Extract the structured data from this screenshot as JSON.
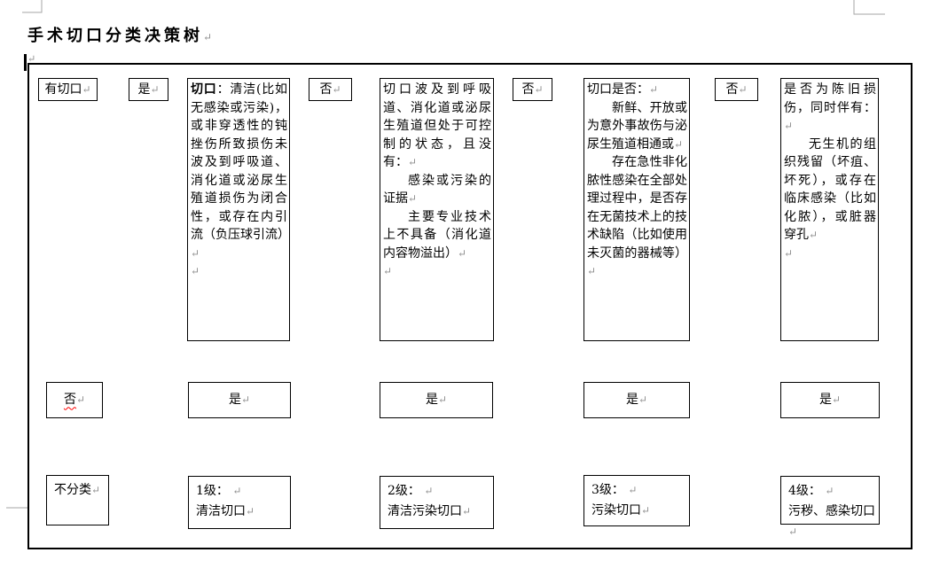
{
  "title": "手术切口分类决策树",
  "pilcrow": "↵",
  "nodes": {
    "start": "有切口",
    "yes": "是",
    "no": "否",
    "not_classified": "不分类"
  },
  "big_boxes": [
    {
      "bold_lead": "切口",
      "p1": "：清洁(比如无感染或污染)，或非穿透性的钝挫伤所致损伤未波及到呼吸道、消化道或泌尿生殖道损伤为闭合性，或存在内引流（负压球引流）"
    },
    {
      "p1": "切口波及到呼吸道、消化道或泌尿生殖道但处于可控制的状态，且没有：",
      "p2": "感染或污染的证据",
      "p3": "主要专业技术上不具备（消化道内容物溢出）"
    },
    {
      "p1": "切口是否：",
      "p2": "新鲜、开放或为意外事故伤与泌尿生殖道相通或",
      "p3": "存在急性非化脓性感染在全部处理过程中，是否存在无菌技术上的技术缺陷（比如使用未灭菌的器械等）"
    },
    {
      "p1": "是否为陈旧损伤，同时伴有：",
      "p2": "无生机的组织残留（坏疽、坏死），或存在临床感染（比如化脓），或脏器穿孔"
    }
  ],
  "results": [
    {
      "level": "1级：",
      "name": "清洁切口"
    },
    {
      "level": "2级：",
      "name": "清洁污染切口"
    },
    {
      "level": "3级：",
      "name": "污染切口"
    },
    {
      "level": "4级：",
      "name": "污秽、感染切口"
    }
  ],
  "colors": {
    "line": "#000000",
    "formatting_mark": "#8f8f8f",
    "spellcheck_underline": "#ff0000",
    "margin_mark": "#a6a6a6"
  }
}
